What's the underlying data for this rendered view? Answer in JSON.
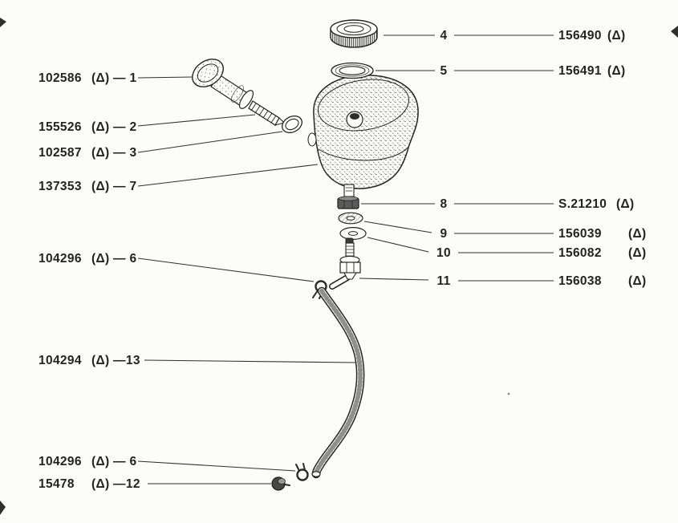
{
  "page": {
    "paper_color": "#fcfcfa",
    "ink_color": "#232323",
    "figure_type": "exploded-parts-diagram"
  },
  "callouts": {
    "left": [
      {
        "part_number": "102586",
        "marker": "(Δ)",
        "ref": "— 1"
      },
      {
        "part_number": "155526",
        "marker": "(Δ)",
        "ref": "— 2"
      },
      {
        "part_number": "102587",
        "marker": "(Δ)",
        "ref": "— 3"
      },
      {
        "part_number": "137353",
        "marker": "(Δ)",
        "ref": "— 7"
      },
      {
        "part_number": "104296",
        "marker": "(Δ)",
        "ref": "— 6"
      },
      {
        "part_number": "104294",
        "marker": "(Δ)",
        "ref": "—13"
      },
      {
        "part_number": "104296",
        "marker": "(Δ)",
        "ref": "— 6"
      },
      {
        "part_number": "15478",
        "marker": "(Δ)",
        "ref": "—12"
      }
    ],
    "right": [
      {
        "ref": "4",
        "part_number": "156490",
        "marker": "(Δ)"
      },
      {
        "ref": "5",
        "part_number": "156491",
        "marker": "(Δ)"
      },
      {
        "ref": "8",
        "part_number": "S.21210",
        "marker": "(Δ)"
      },
      {
        "ref": "9",
        "part_number": "156039",
        "marker": "(Δ)"
      },
      {
        "ref": "10",
        "part_number": "156082",
        "marker": "(Δ)"
      },
      {
        "ref": "11",
        "part_number": "156038",
        "marker": "(Δ)"
      }
    ]
  }
}
